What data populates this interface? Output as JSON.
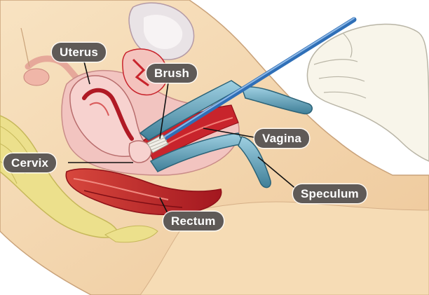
{
  "labels": {
    "uterus": "Uterus",
    "brush": "Brush",
    "cervix": "Cervix",
    "vagina": "Vagina",
    "speculum": "Speculum",
    "rectum": "Rectum"
  },
  "colors": {
    "skin": "#f4d9b0",
    "tissue_pink": "#f2c4c0",
    "muscle_red": "#c8242c",
    "speculum_blue": "#5d9fb8",
    "brush_blue": "#2f6fb7",
    "bone_yellow": "#ece08c",
    "glove": "#f8f5ea",
    "label_bg": "#5f5a57",
    "label_text": "#ffffff"
  }
}
